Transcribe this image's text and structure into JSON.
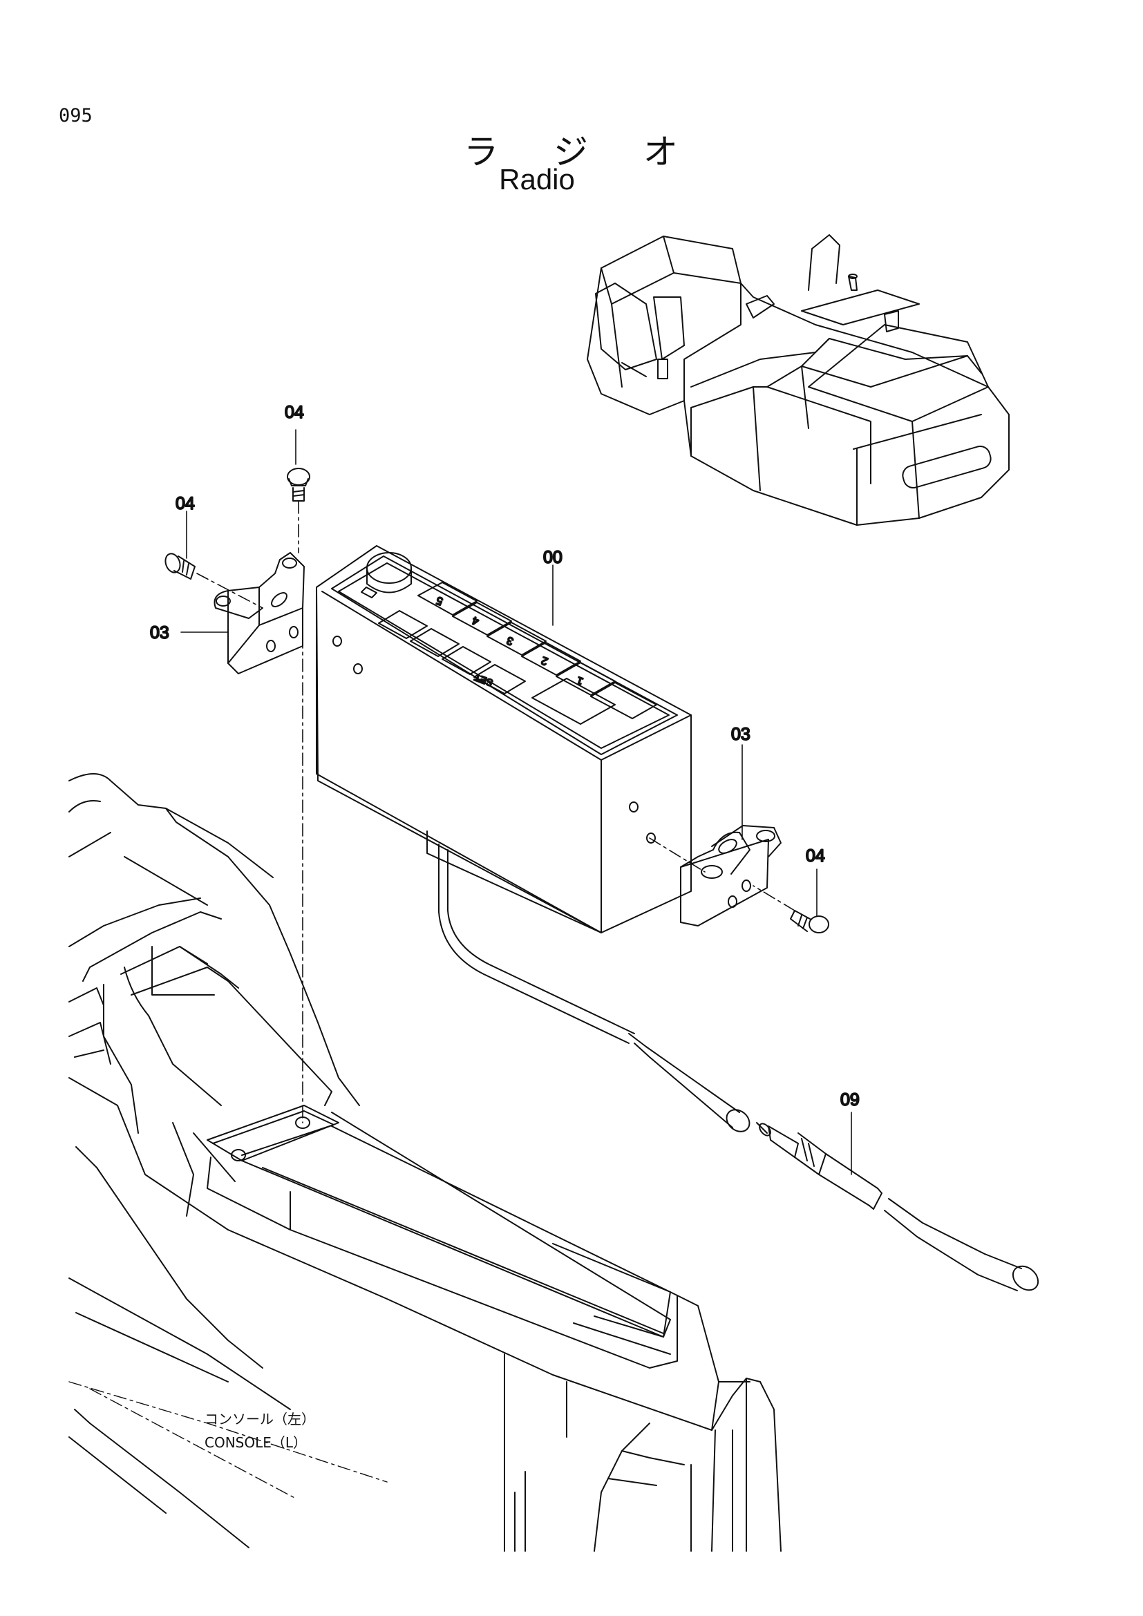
{
  "page_number": "095",
  "title": {
    "jp_chars": [
      "ラ",
      "ジ",
      "オ"
    ],
    "en": "Radio"
  },
  "callouts": {
    "radio_unit": "00",
    "bracket_left": "03",
    "bracket_right": "03",
    "screw_top": "04",
    "screw_left": "04",
    "screw_right": "04",
    "antenna_cable": "09"
  },
  "radio_buttons": [
    "5",
    "4",
    "3",
    "2",
    "1",
    "SET"
  ],
  "console_label": {
    "jp": "コンソール（左）",
    "en": "CONSOLE（L）"
  }
}
